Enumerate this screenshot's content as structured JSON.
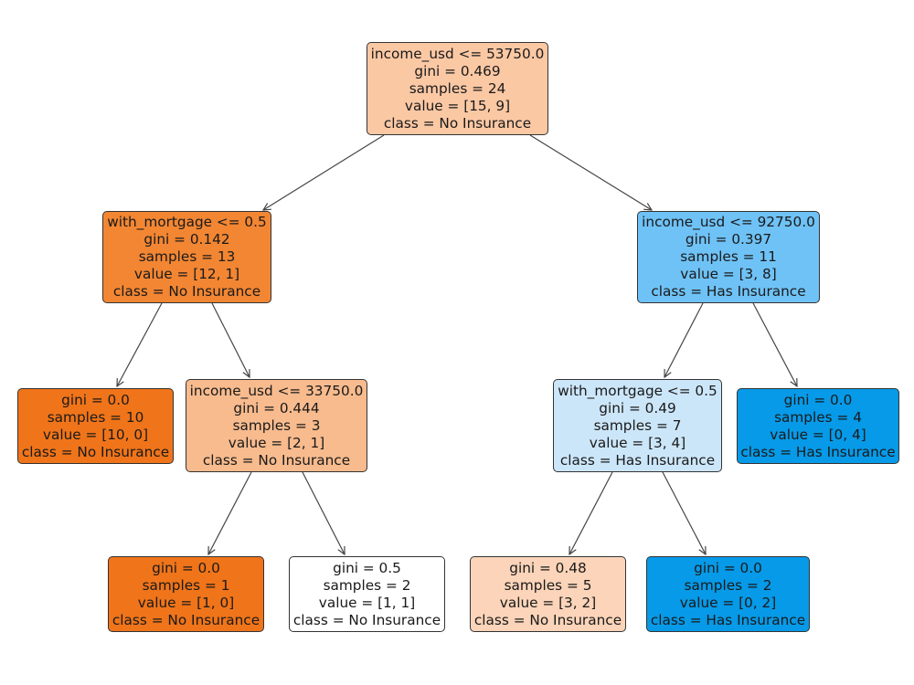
{
  "nodes": [
    {
      "id": "root",
      "split": "income_usd <= 53750.0",
      "gini": "gini = 0.469",
      "samples": "samples = 24",
      "value": "value = [15, 9]",
      "class": "class = No Insurance",
      "fill": "#fbc8a4"
    },
    {
      "id": "n1",
      "split": "with_mortgage <= 0.5",
      "gini": "gini = 0.142",
      "samples": "samples = 13",
      "value": "value = [12, 1]",
      "class": "class = No Insurance",
      "fill": "#f38633"
    },
    {
      "id": "n2",
      "split": "income_usd <= 92750.0",
      "gini": "gini = 0.397",
      "samples": "samples = 11",
      "value": "value = [3, 8]",
      "class": "class = Has Insurance",
      "fill": "#6fc2f6"
    },
    {
      "id": "n3",
      "split": "",
      "gini": "gini = 0.0",
      "samples": "samples = 10",
      "value": "value = [10, 0]",
      "class": "class = No Insurance",
      "fill": "#f07419"
    },
    {
      "id": "n4",
      "split": "income_usd <= 33750.0",
      "gini": "gini = 0.444",
      "samples": "samples = 3",
      "value": "value = [2, 1]",
      "class": "class = No Insurance",
      "fill": "#f8bb8e"
    },
    {
      "id": "n5",
      "split": "with_mortgage <= 0.5",
      "gini": "gini = 0.49",
      "samples": "samples = 7",
      "value": "value = [3, 4]",
      "class": "class = Has Insurance",
      "fill": "#cce6f9"
    },
    {
      "id": "n6",
      "split": "",
      "gini": "gini = 0.0",
      "samples": "samples = 4",
      "value": "value = [0, 4]",
      "class": "class = Has Insurance",
      "fill": "#069ae8"
    },
    {
      "id": "n7",
      "split": "",
      "gini": "gini = 0.0",
      "samples": "samples = 1",
      "value": "value = [1, 0]",
      "class": "class = No Insurance",
      "fill": "#f07419"
    },
    {
      "id": "n8",
      "split": "",
      "gini": "gini = 0.5",
      "samples": "samples = 2",
      "value": "value = [1, 1]",
      "class": "class = No Insurance",
      "fill": "#ffffff"
    },
    {
      "id": "n9",
      "split": "",
      "gini": "gini = 0.48",
      "samples": "samples = 5",
      "value": "value = [3, 2]",
      "class": "class = No Insurance",
      "fill": "#fbd4b9"
    },
    {
      "id": "n10",
      "split": "",
      "gini": "gini = 0.0",
      "samples": "samples = 2",
      "value": "value = [0, 2]",
      "class": "class = Has Insurance",
      "fill": "#069ae8"
    }
  ]
}
